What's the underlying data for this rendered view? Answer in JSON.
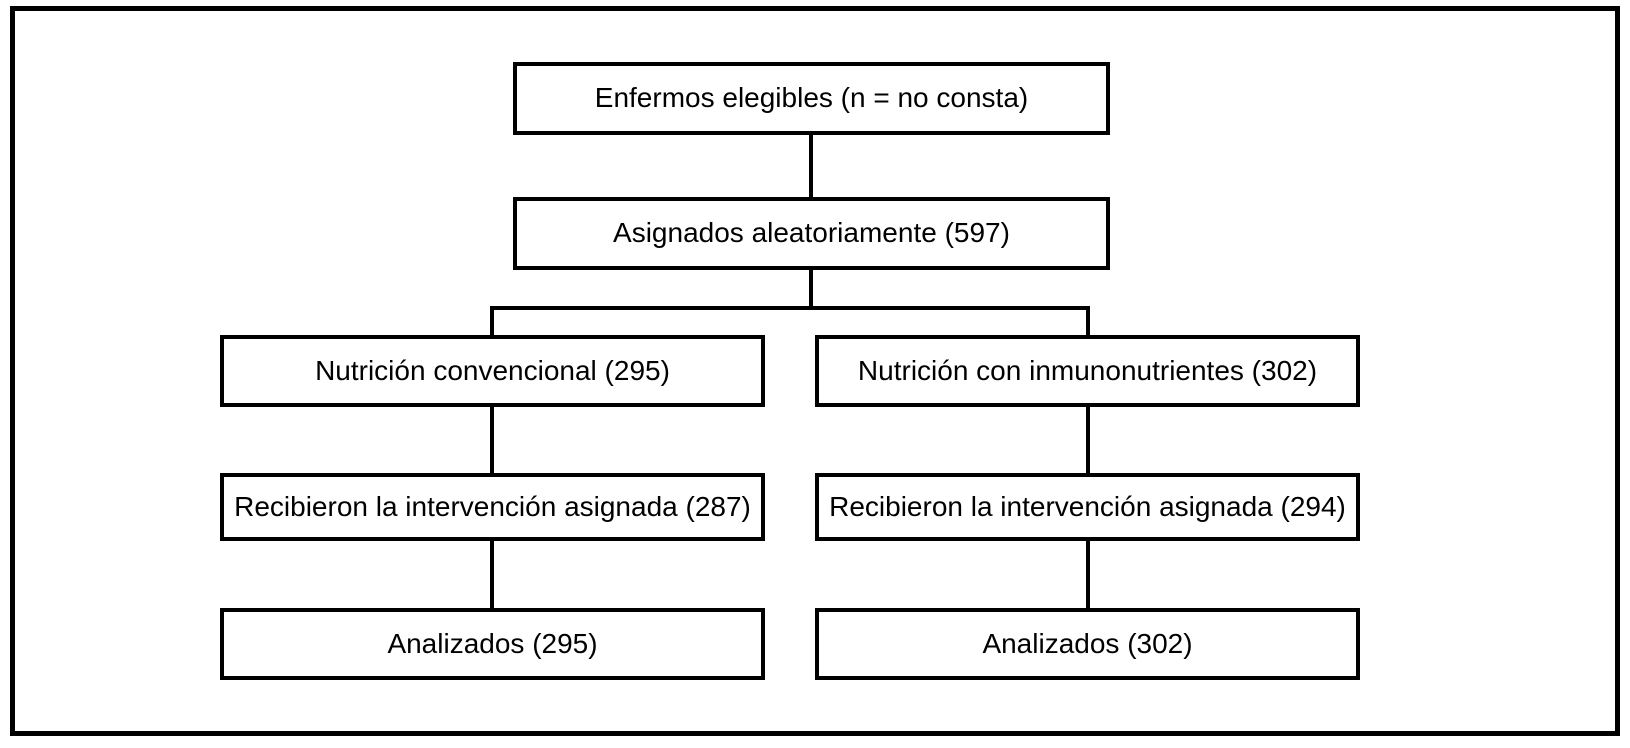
{
  "diagram": {
    "type": "trial-flow-diagram",
    "language": "es",
    "nodes": {
      "eligible": "Enfermos elegibles (n = no consta)",
      "randomized": "Asignados aleatoriamente (597)",
      "conventional": "Nutrición convencional (295)",
      "immunonutrients": "Nutrición con inmunonutrientes (302)",
      "received_conventional": "Recibieron la intervención asignada (287)",
      "received_immunonutrients": "Recibieron la intervención asignada (294)",
      "analyzed_conventional": "Analizados (295)",
      "analyzed_immunonutrients": "Analizados (302)"
    },
    "edges": [
      {
        "from": "eligible",
        "to": "randomized"
      },
      {
        "from": "randomized",
        "to": "conventional"
      },
      {
        "from": "randomized",
        "to": "immunonutrients"
      },
      {
        "from": "conventional",
        "to": "received_conventional"
      },
      {
        "from": "immunonutrients",
        "to": "received_immunonutrients"
      },
      {
        "from": "received_conventional",
        "to": "analyzed_conventional"
      },
      {
        "from": "received_immunonutrients",
        "to": "analyzed_immunonutrients"
      }
    ],
    "counts": {
      "randomized": 597,
      "conventional_assigned": 295,
      "immunonutrients_assigned": 302,
      "conventional_received": 287,
      "immunonutrients_received": 294,
      "conventional_analyzed": 295,
      "immunonutrients_analyzed": 302
    },
    "colors": {
      "line": "#000000",
      "text": "#000000",
      "background": "#ffffff"
    }
  }
}
